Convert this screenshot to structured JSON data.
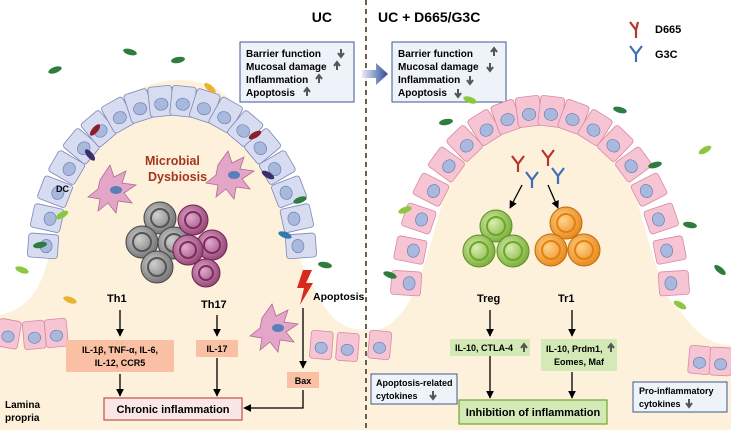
{
  "panels": {
    "left_title": "UC",
    "right_title": "UC + D665/G3C"
  },
  "legend": {
    "d665": "D665",
    "g3c": "G3C"
  },
  "left_box": {
    "lines": [
      "Barrier function",
      "Mucosal damage",
      "Inflammation",
      "Apoptosis"
    ],
    "arrows": [
      "down",
      "up",
      "up",
      "up"
    ]
  },
  "right_box": {
    "lines": [
      "Barrier function",
      "Mucosal damage",
      "Inflammation",
      "Apoptosis"
    ],
    "arrows": [
      "up",
      "down",
      "down",
      "down"
    ]
  },
  "left": {
    "microbial_line1": "Microbial",
    "microbial_line2": "Dysbiosis",
    "dc": "DC",
    "th1": "Th1",
    "th17": "Th17",
    "apoptosis": "Apoptosis",
    "th1_cytokines_line1": "IL-1β, TNF-α, IL-6,",
    "th1_cytokines_line2": "IL-12, CCR5",
    "il17": "IL-17",
    "bax": "Bax",
    "chronic": "Chronic inflammation",
    "lamina_line1": "Lamina",
    "lamina_line2": "propria"
  },
  "right": {
    "treg": "Treg",
    "tr1": "Tr1",
    "treg_cytokines": "IL-10, CTLA-4",
    "tr1_cytokines_line1": "IL-10, Prdm1,",
    "tr1_cytokines_line2": "Eomes, Maf",
    "apoptosis_related_line1": "Apoptosis-related",
    "apoptosis_related_line2": "cytokines",
    "inhibition": "Inhibition of inflammation",
    "proinflammatory_line1": "Pro-inflammatory",
    "proinflammatory_line2": "cytokines"
  },
  "colors": {
    "tissue": "#fdf1dc",
    "epithelium_pink": "#f6c4d2",
    "nucleus_blue": "#a9b9dd",
    "th1_gray": "#8c8c8c",
    "th17_purple": "#a34f84",
    "treg_green": "#8dc63f",
    "tr1_orange": "#f7941d",
    "salmon_box": "#f9c0a4",
    "green_box": "#d3e9b6",
    "d665_red": "#b5342f",
    "g3c_blue": "#3f6fb5",
    "title_red": "#a6351d"
  }
}
